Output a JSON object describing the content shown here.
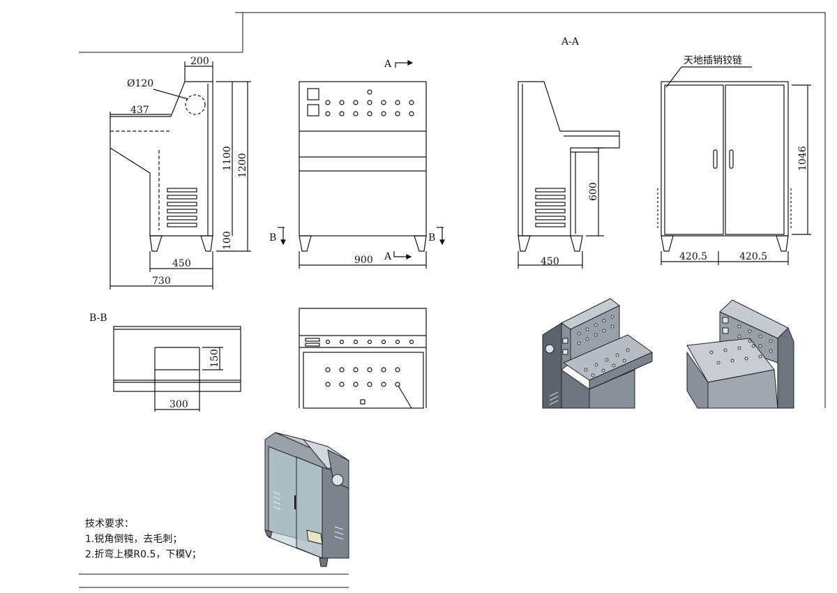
{
  "section_labels": {
    "aa": "A-A",
    "bb": "B-B",
    "a_marker": "A",
    "b_marker": "B"
  },
  "callouts": {
    "hinge": "天地插销铰链",
    "phi": "Ø120"
  },
  "dimensions": {
    "side_top": "200",
    "side_437": "437",
    "side_1100": "1100",
    "side_1200": "1200",
    "side_100": "100",
    "side_450": "450",
    "side_730": "730",
    "front_900": "900",
    "aa_600": "600",
    "aa_450": "450",
    "rear_1046": "1046",
    "rear_left": "420.5",
    "rear_right": "420.5",
    "bb_150": "150",
    "bb_300": "300"
  },
  "tech_requirements": {
    "title": "技术要求：",
    "items": [
      "1.锐角倒钝，去毛刺；",
      "2.折弯上模R0.5，下模V；"
    ]
  },
  "colors": {
    "line": "#111111",
    "steel": "#8a9099",
    "steel_dark": "#5d636c",
    "steel_light": "#c6cbd2"
  }
}
